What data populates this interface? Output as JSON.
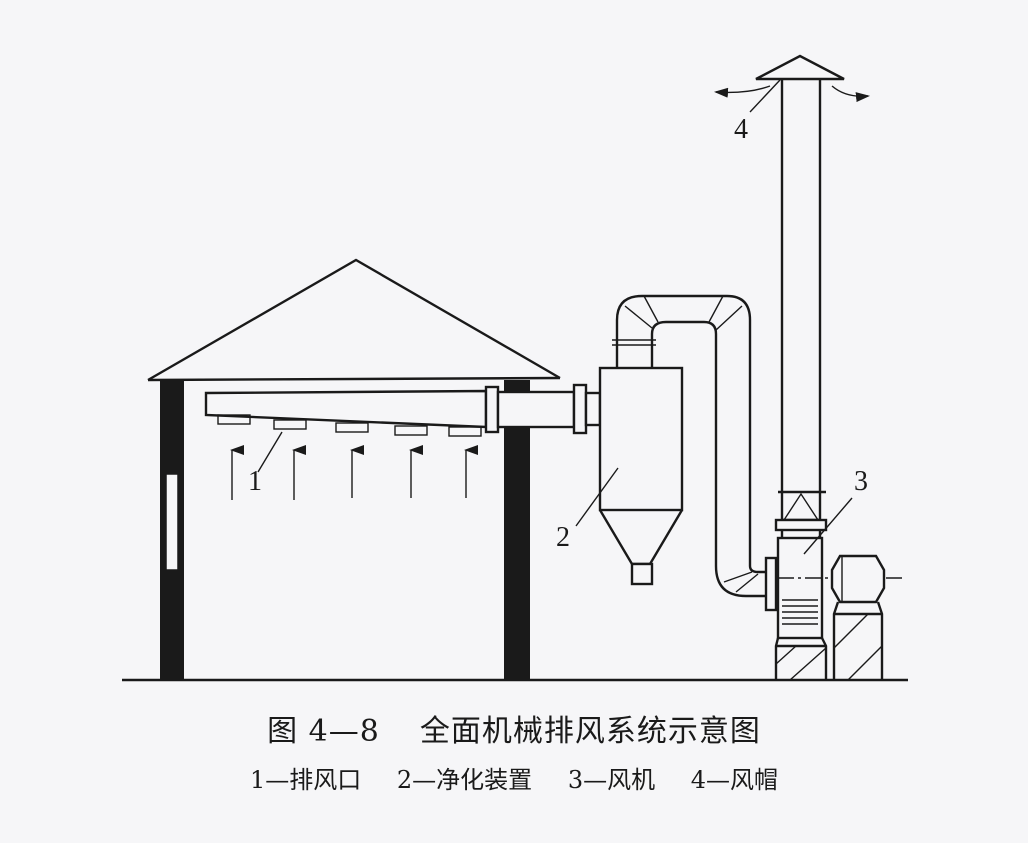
{
  "figure": {
    "number": "图 4—8",
    "title": "全面机械排风系统示意图",
    "legend": [
      {
        "id": "1",
        "label": "1—排风口"
      },
      {
        "id": "2",
        "label": "2—净化装置"
      },
      {
        "id": "3",
        "label": "3—风机"
      },
      {
        "id": "4",
        "label": "4—风帽"
      }
    ]
  },
  "diagram": {
    "callouts": {
      "c1": "1",
      "c2": "2",
      "c3": "3",
      "c4": "4"
    },
    "components": [
      "building",
      "exhaust-duct",
      "exhaust-outlets",
      "purification-device",
      "ductwork",
      "fan",
      "motor",
      "stack",
      "wind-cap"
    ],
    "colors": {
      "line": "#1a1a1a",
      "background": "#f6f6f8"
    }
  }
}
